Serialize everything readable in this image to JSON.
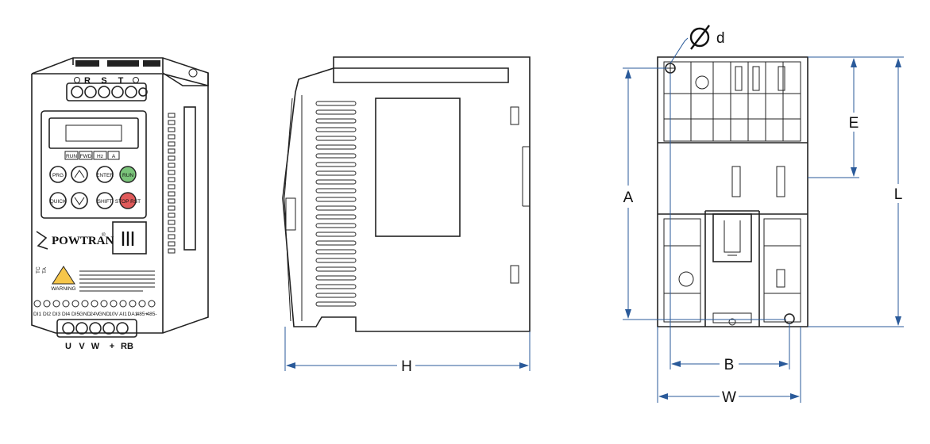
{
  "front_view": {
    "top_terminals": [
      "R",
      "S",
      "T"
    ],
    "keypad": {
      "indicators": [
        "RUN",
        "FWD",
        "Hz",
        "A"
      ],
      "row1": [
        "PRG",
        "ENTER",
        "RUN"
      ],
      "row2": [
        "QUICK",
        "SHIFT",
        "STOP RST"
      ]
    },
    "brand": "POWTRAN",
    "brand_mark": "®",
    "relay_labels": [
      "TC",
      "TA"
    ],
    "warning_label": "WARNING",
    "io_terminals": [
      "DI1",
      "DI2",
      "DI3",
      "DI4",
      "DI5",
      "GND",
      "24V",
      "GND",
      "10V",
      "AI1",
      "DA1",
      "485+",
      "485-"
    ],
    "bottom_terminals": [
      "U",
      "V",
      "W",
      "+",
      "RB"
    ]
  },
  "side_view": {
    "dimension_h": "H"
  },
  "back_view": {
    "dimension_d": "d",
    "dimension_a": "A",
    "dimension_b": "B",
    "dimension_e": "E",
    "dimension_l": "L",
    "dimension_w": "W"
  }
}
